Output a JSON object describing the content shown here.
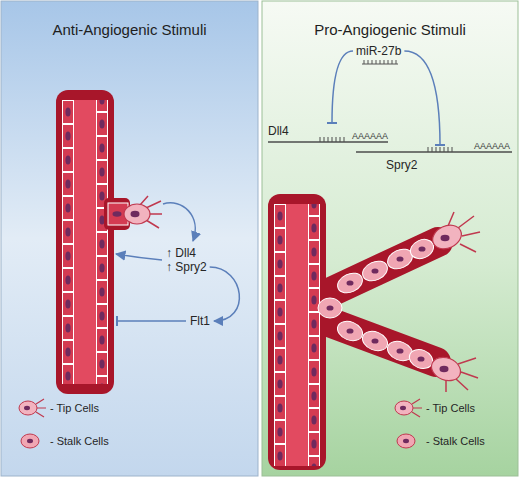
{
  "diagram": {
    "nodes": [
      {
        "text": [
          "Anti-Angiogenic Stimuli"
        ]
      },
      {
        "text": [
          "Pro-Angiogenic Stimuli"
        ]
      },
      {
        "text": [
          "↑ Dll4",
          "↑ Spry2"
        ],
        "in": 0
      },
      {
        "text": [
          "Flt1"
        ],
        "in": 0
      },
      {
        "text": [
          "miR-27b"
        ],
        "in": 1
      },
      {
        "text": [
          "Dll4"
        ],
        "in": 1
      },
      {
        "text": [
          "Spry2"
        ],
        "in": 1
      }
    ],
    "edges": [
      {
        "from": 2,
        "to": 3,
        "arrow": "to"
      },
      {
        "from": 4,
        "to": 5,
        "arrow": "to"
      },
      {
        "from": 4,
        "to": 6,
        "arrow": "to"
      }
    ],
    "labels": [
      "AAAAAA",
      "AAAAAA"
    ],
    "legend": [
      {
        "text": "- Tip Cells"
      },
      {
        "text": "- Stalk Cells"
      },
      {
        "text": "- Tip Cells"
      },
      {
        "text": "- Stalk Cells"
      }
    ]
  }
}
